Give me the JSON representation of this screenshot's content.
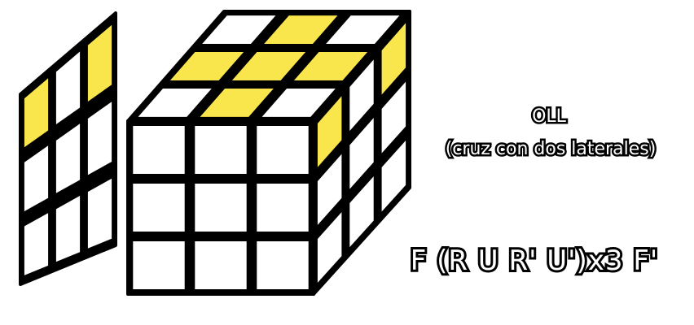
{
  "title": "OLL",
  "subtitle": "(cruz con dos laterales)",
  "algorithm": "F (R U R' U')x3 F'",
  "colors": {
    "yellow": "#f9e54c",
    "white": "#ffffff",
    "border": "#000000"
  },
  "faces": {
    "top": [
      [
        "white",
        "yellow",
        "white"
      ],
      [
        "yellow",
        "yellow",
        "yellow"
      ],
      [
        "white",
        "yellow",
        "white"
      ]
    ],
    "front": [
      [
        "white",
        "white",
        "white"
      ],
      [
        "white",
        "white",
        "white"
      ],
      [
        "white",
        "white",
        "white"
      ]
    ],
    "right": [
      [
        "yellow",
        "white",
        "yellow"
      ],
      [
        "white",
        "white",
        "white"
      ],
      [
        "white",
        "white",
        "white"
      ]
    ],
    "left_mirror": [
      [
        "yellow",
        "white",
        "yellow"
      ],
      [
        "white",
        "white",
        "white"
      ],
      [
        "white",
        "white",
        "white"
      ]
    ]
  }
}
